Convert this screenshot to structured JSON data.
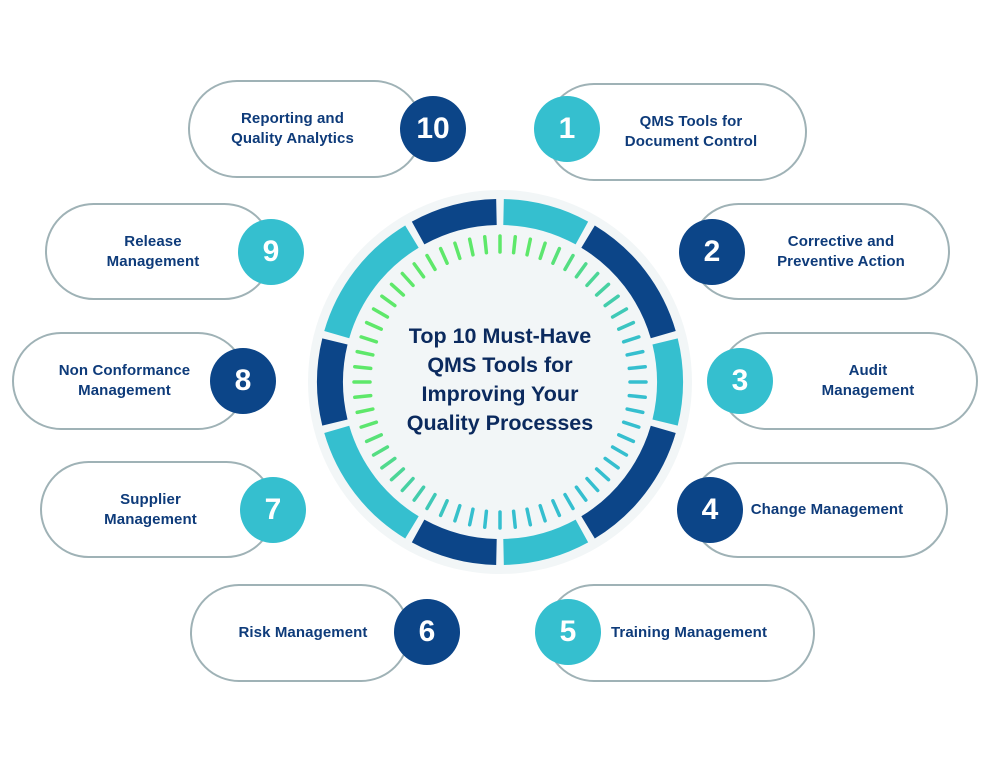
{
  "title": "Top 10 Must-Have\nQMS Tools for\nImproving Your\nQuality Processes",
  "colors": {
    "dark_navy": "#0c4588",
    "teal": "#35bfcf",
    "title_text": "#0b2a5e",
    "label_text": "#0e3b7a",
    "tick_start": "#5ee86a",
    "tick_end": "#35bfcf",
    "pill_border": "#9fb2b6",
    "dial_bg": "#f2f6f7"
  },
  "items": [
    {
      "number": "1",
      "label": "QMS Tools for\nDocument Control",
      "style": "teal"
    },
    {
      "number": "2",
      "label": "Corrective and\nPreventive Action",
      "style": "dark"
    },
    {
      "number": "3",
      "label": "Audit\nManagement",
      "style": "teal"
    },
    {
      "number": "4",
      "label": "Change Management",
      "style": "dark"
    },
    {
      "number": "5",
      "label": "Training Management",
      "style": "teal"
    },
    {
      "number": "6",
      "label": "Risk Management",
      "style": "dark"
    },
    {
      "number": "7",
      "label": "Supplier\nManagement",
      "style": "teal"
    },
    {
      "number": "8",
      "label": "Non Conformance\nManagement",
      "style": "dark"
    },
    {
      "number": "9",
      "label": "Release\nManagement",
      "style": "teal"
    },
    {
      "number": "10",
      "label": "Reporting and\nQuality Analytics",
      "style": "dark"
    }
  ]
}
